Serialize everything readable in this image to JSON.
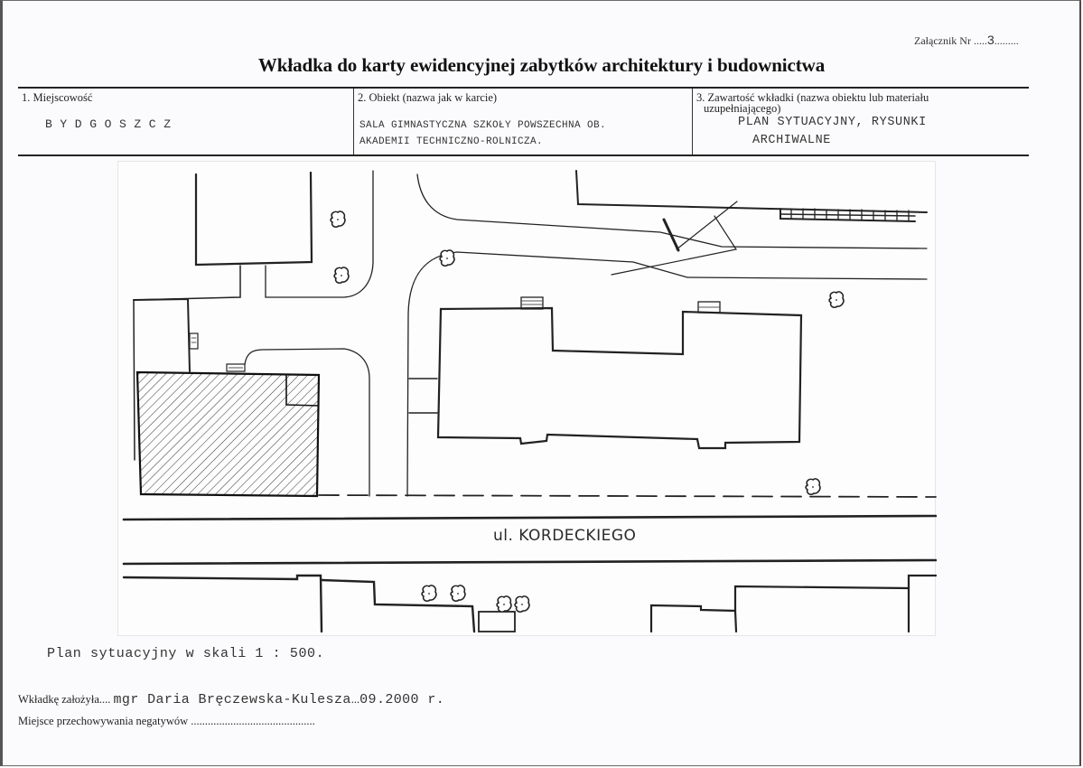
{
  "attachment": {
    "label": "Załącznik Nr",
    "prefix_dots": ".....",
    "number": "3",
    "suffix_dots": "........."
  },
  "title": "Wkładka do karty ewidencyjnej zabytków architektury i budownictwa",
  "fields": {
    "locality": {
      "label": "1. Miejscowość",
      "value": "BYDGOSZCZ"
    },
    "object": {
      "label": "2. Obiekt  (nazwa jak w karcie)",
      "value_line1": "SALA GIMNASTYCZNA SZKOŁY POWSZECHNA OB.",
      "value_line2": "AKADEMII TECHNICZNO-ROLNICZA."
    },
    "contents": {
      "label_line1": "3. Zawartość wkładki (nazwa obiektu lub materiału",
      "label_line2": "uzupełniającego)",
      "value_line1": "PLAN SYTUACYJNY, RYSUNKI",
      "value_line2": "ARCHIWALNE"
    }
  },
  "map": {
    "street_label": "ul. KORDECKIEGO",
    "icons": [
      "tree-icon",
      "stairs-icon",
      "hatched-building",
      "fence"
    ]
  },
  "scale_caption": "Plan sytuacyjny w skali 1 : 500.",
  "footer": {
    "created_by_label": "Wkładkę założyła....",
    "created_by_value": "mgr Daria Bręczewska-Kulesza",
    "date_sep": "...",
    "date_value": "09.2000 r.",
    "negatives_label": "Miejsce przechowywania negatywów",
    "negatives_value": "............................................"
  }
}
